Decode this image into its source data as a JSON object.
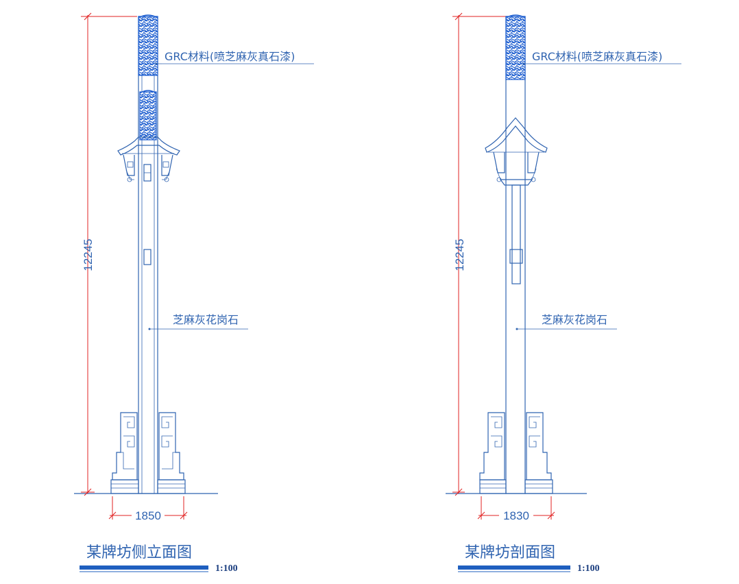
{
  "colors": {
    "line": "#2f63b0",
    "dimension": "#e02020",
    "title_bar": "#1f5fbf"
  },
  "left": {
    "title": "某牌坊侧立面图",
    "scale": "1:100",
    "height_dim": "12245",
    "width_dim": "1850",
    "label_top": "GRC材料(喷芝麻灰真石漆)",
    "label_mid": "芝麻灰花岗石"
  },
  "right": {
    "title": "某牌坊剖面图",
    "scale": "1:100",
    "height_dim": "12245",
    "width_dim": "1830",
    "label_top": "GRC材料(喷芝麻灰真石漆)",
    "label_mid": "芝麻灰花岗石"
  }
}
